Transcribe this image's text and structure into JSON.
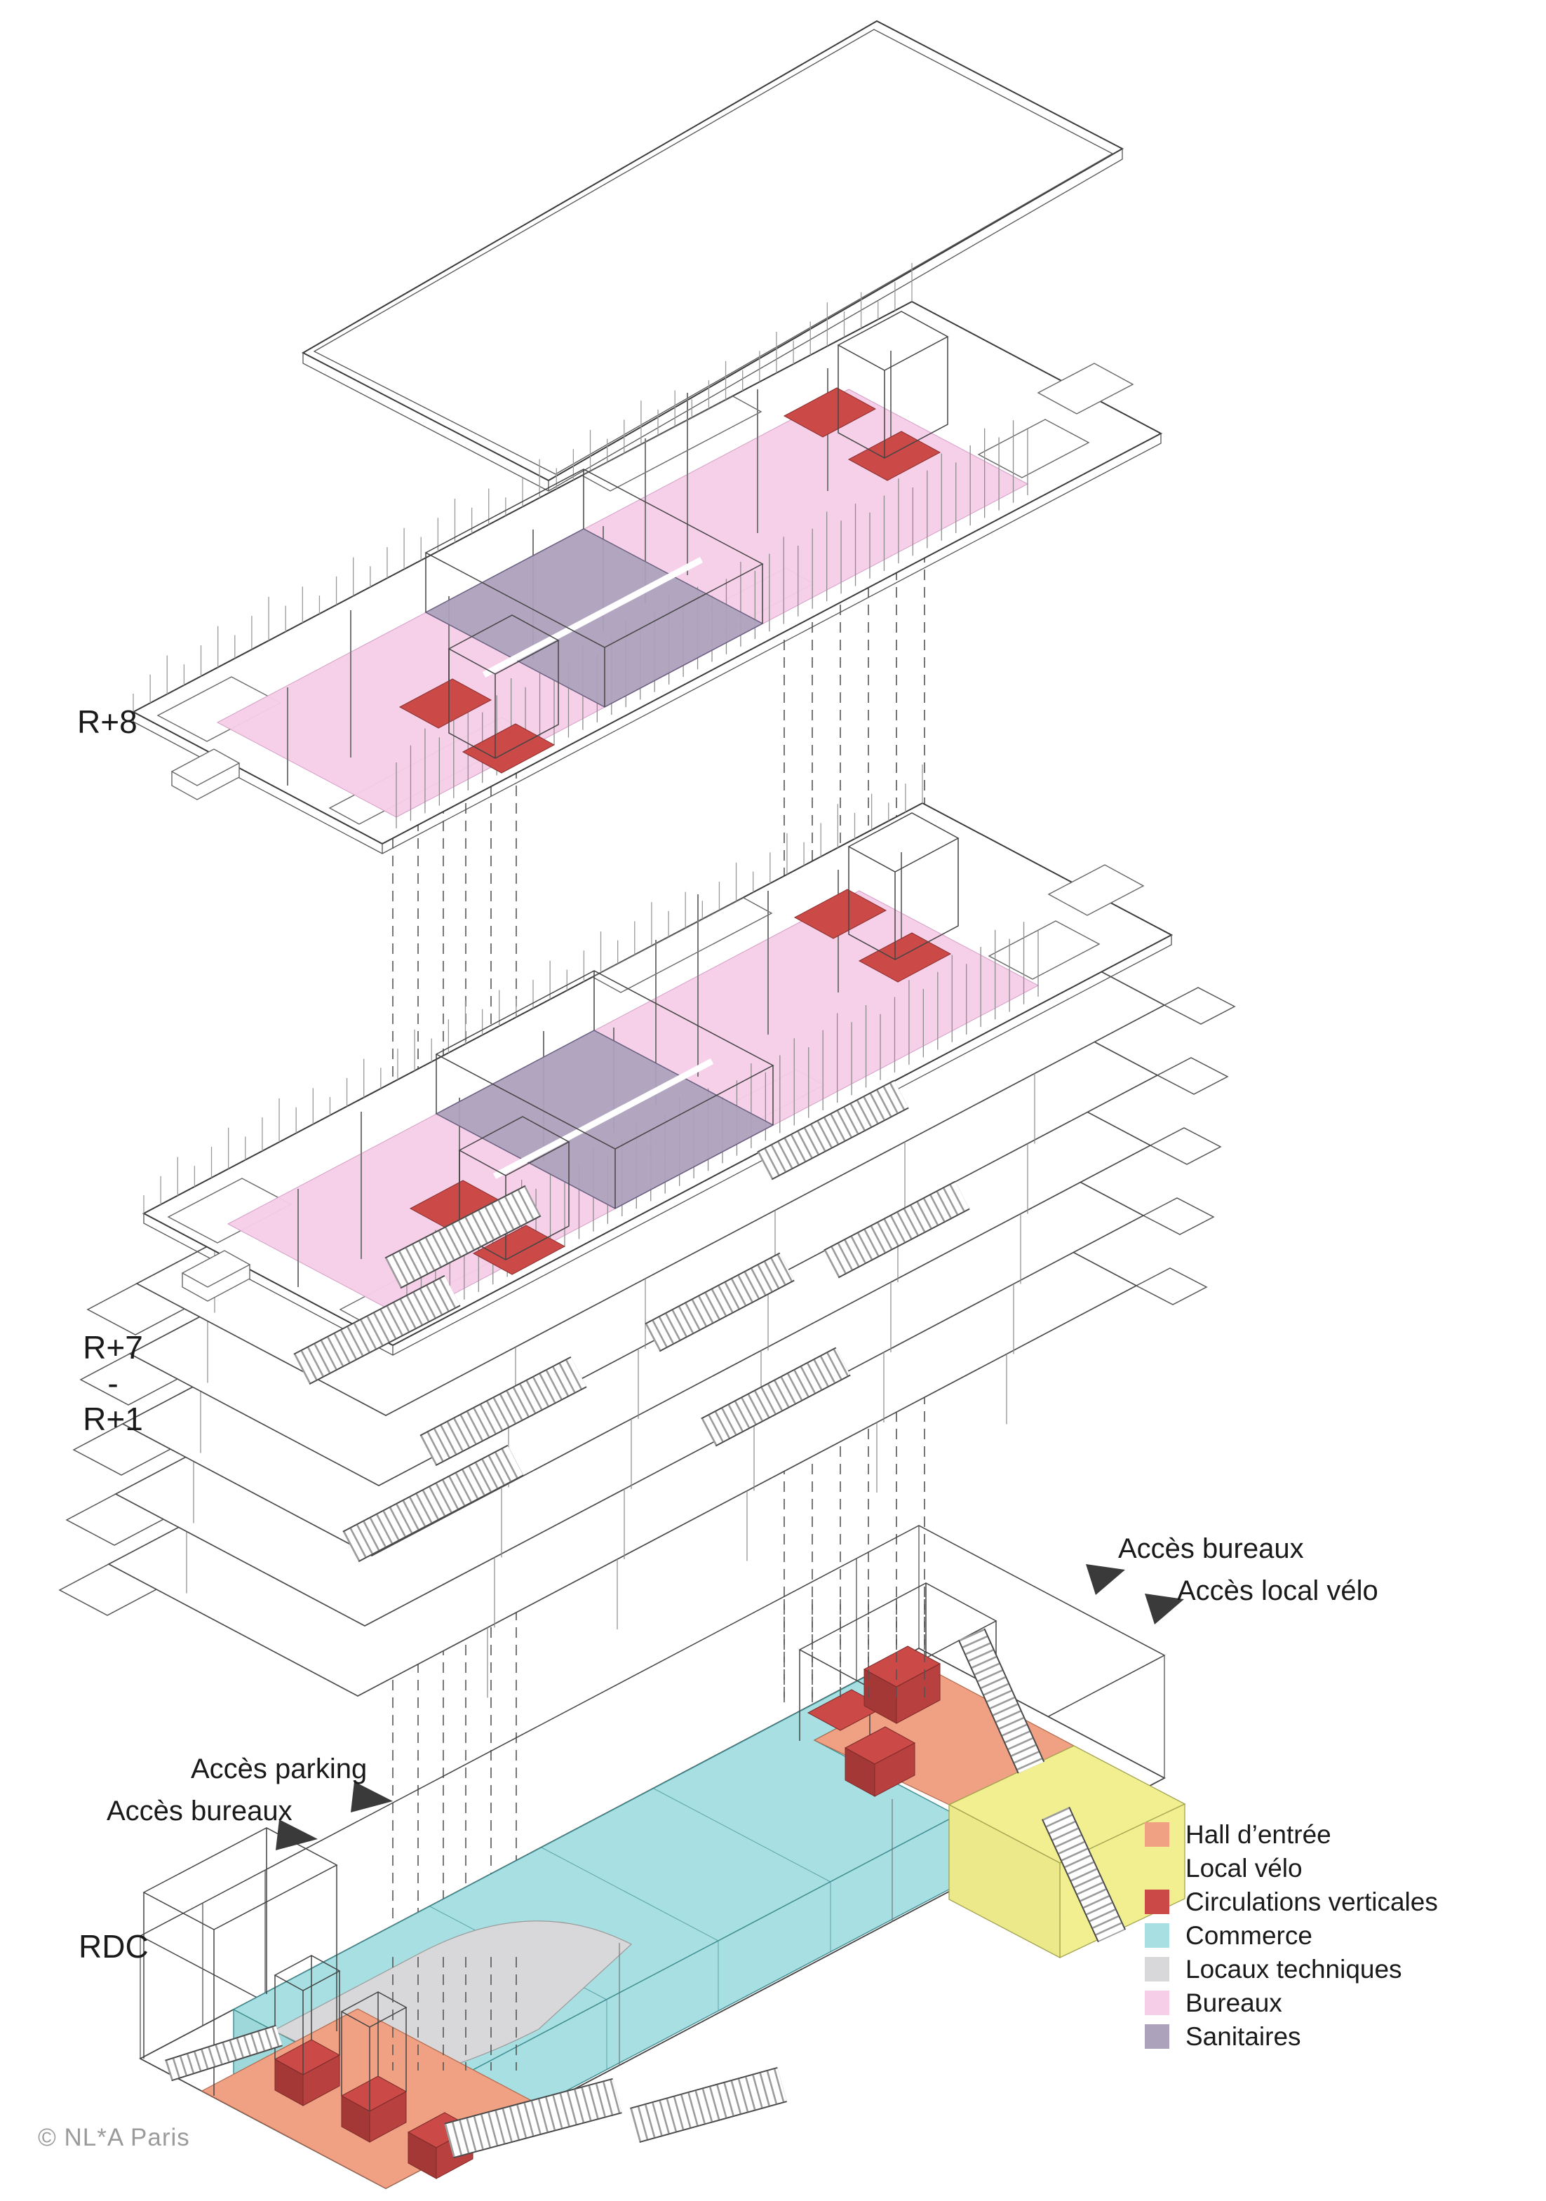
{
  "drawing": {
    "floor_labels": {
      "r8": "R+8",
      "mid_top": "R+7",
      "mid_sep": "-",
      "mid_bottom": "R+1",
      "rdc": "RDC"
    },
    "access_labels": {
      "bureaux_right": "Accès bureaux",
      "local_velo": "Accès local vélo",
      "parking": "Accès parking",
      "bureaux_left": "Accès bureaux"
    },
    "credit": "© NL*A Paris"
  },
  "legend": {
    "items": [
      {
        "label": "Hall d’entrée",
        "color": "#F0A083"
      },
      {
        "label": "Local vélo",
        "color": "#F1EF90"
      },
      {
        "label": "Circulations verticales",
        "color": "#CB4A48"
      },
      {
        "label": "Commerce",
        "color": "#A7DFE2"
      },
      {
        "label": "Locaux techniques",
        "color": "#D8D8DA"
      },
      {
        "label": "Bureaux",
        "color": "#F6CEE8"
      },
      {
        "label": "Sanitaires",
        "color": "#ADA2BC"
      }
    ]
  },
  "colors": {
    "red_face_dark": "#B8403E",
    "red_face_darker": "#A33836",
    "line": "#3a3a3a",
    "dash_line": "#555555"
  }
}
